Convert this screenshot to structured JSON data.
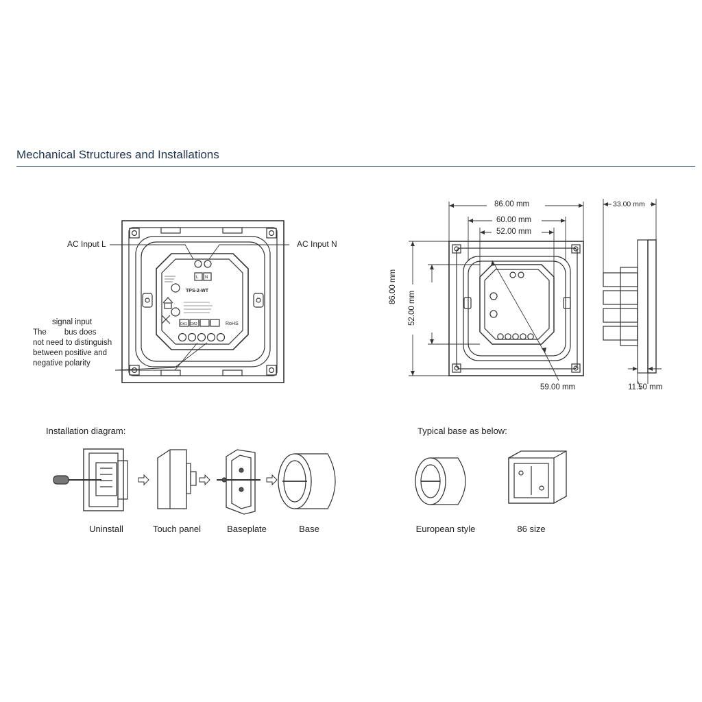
{
  "header": {
    "title": "Mechanical Structures and Installations"
  },
  "front_view": {
    "labels": {
      "ac_input_l": "AC Input L",
      "ac_input_n": "AC Input N",
      "signal_note": {
        "line1": "signal input",
        "line2_a": "The",
        "line2_b": "bus does",
        "line3": "not need to distinguish",
        "line4": "between positive and",
        "line5": "negative polarity"
      }
    },
    "module": {
      "model": "TPS-2-WT",
      "terminal_l": "L",
      "terminal_n": "N",
      "rohs": "RoHS",
      "bus_a": "DA1",
      "bus_b": "DA2"
    }
  },
  "dimensions": {
    "width_outer": "86.00 mm",
    "width_mid": "60.00 mm",
    "width_inner": "52.00 mm",
    "height_outer": "86.00 mm",
    "height_inner": "52.00 mm",
    "diagonal": "59.00 mm",
    "depth": "33.00 mm",
    "base_depth": "11.50 mm"
  },
  "installation": {
    "heading": "Installation diagram:",
    "steps": [
      "Uninstall",
      "Touch panel",
      "Baseplate",
      "Base"
    ],
    "arrow_glyph": "⇨"
  },
  "typical_base": {
    "heading": "Typical base as below:",
    "items": [
      "European style",
      "86 size"
    ]
  },
  "colors": {
    "title": "#1f3550",
    "rule": "#2c4a6a",
    "line": "#333333"
  }
}
